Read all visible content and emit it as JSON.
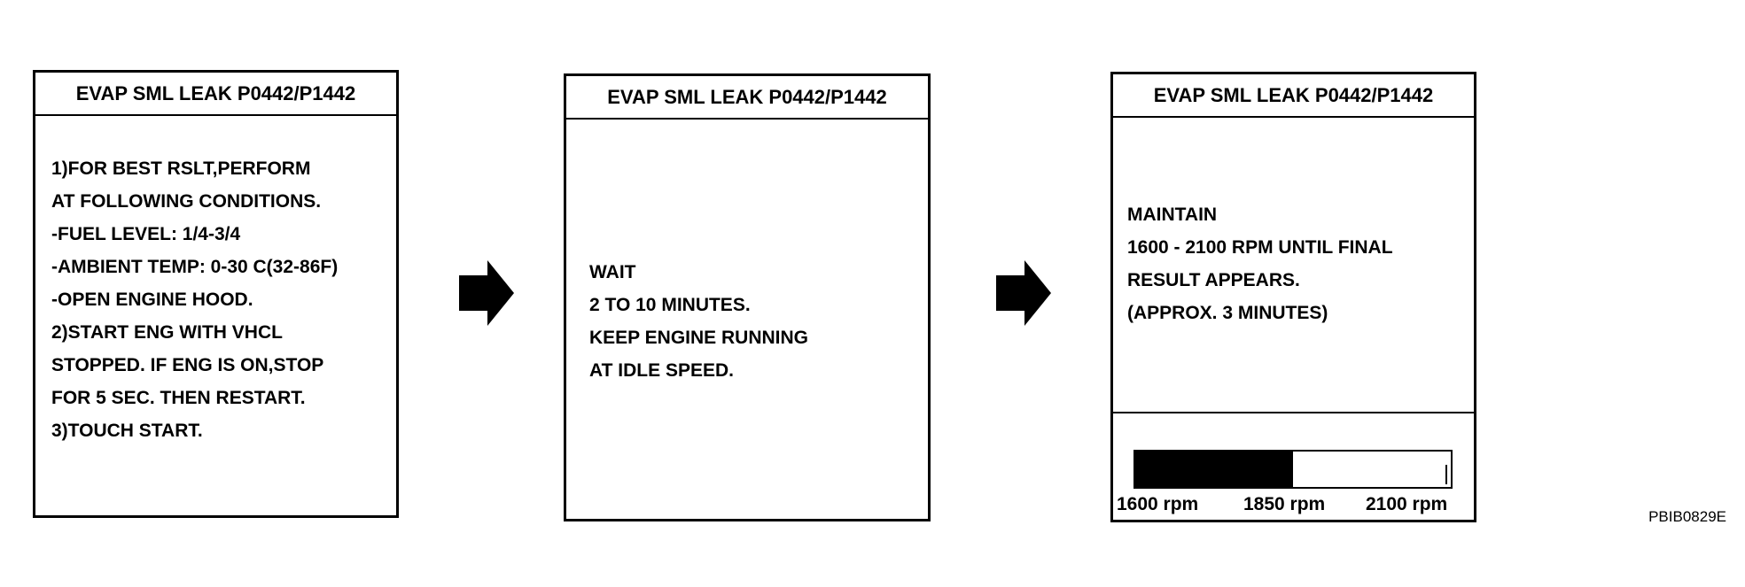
{
  "screens": [
    {
      "title": "EVAP SML LEAK P0442/P1442",
      "lines": [
        "1)FOR BEST RSLT,PERFORM",
        "AT FOLLOWING CONDITIONS.",
        "-FUEL LEVEL: 1/4-3/4",
        "-AMBIENT TEMP: 0-30 C(32-86F)",
        "-OPEN ENGINE HOOD.",
        "2)START ENG WITH VHCL",
        "STOPPED. IF ENG IS ON,STOP",
        "FOR 5 SEC. THEN RESTART.",
        "3)TOUCH START."
      ]
    },
    {
      "title": "EVAP SML LEAK P0442/P1442",
      "lines": [
        "WAIT",
        "2 TO 10 MINUTES.",
        "KEEP ENGINE RUNNING",
        "AT IDLE SPEED."
      ]
    },
    {
      "title": "EVAP SML LEAK P0442/P1442",
      "lines": [
        "MAINTAIN",
        "1600 - 2100 RPM UNTIL FINAL",
        "RESULT APPEARS.",
        "(APPROX. 3 MINUTES)"
      ],
      "rpm_gauge": {
        "fill_fraction": 0.5,
        "labels": [
          "1600 rpm",
          "1850 rpm",
          "2100 rpm"
        ]
      }
    }
  ],
  "figure_code": "PBIB0829E",
  "icons": {
    "arrow": "right-arrow-icon"
  }
}
